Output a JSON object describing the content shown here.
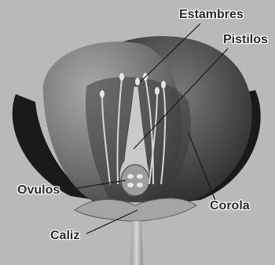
{
  "labels": {
    "estambres": "Estambres",
    "pistilos": "Pistilos",
    "ovulos": "Ovulos",
    "corola": "Corola",
    "caliz": "Caliz"
  },
  "colors": {
    "background": "#b8b8b8",
    "petal_dark": "#1c1c1c",
    "petal_light": "#8a8a8a",
    "label_text": "#2a2a2a",
    "leader_line": "#1a1a1a"
  }
}
